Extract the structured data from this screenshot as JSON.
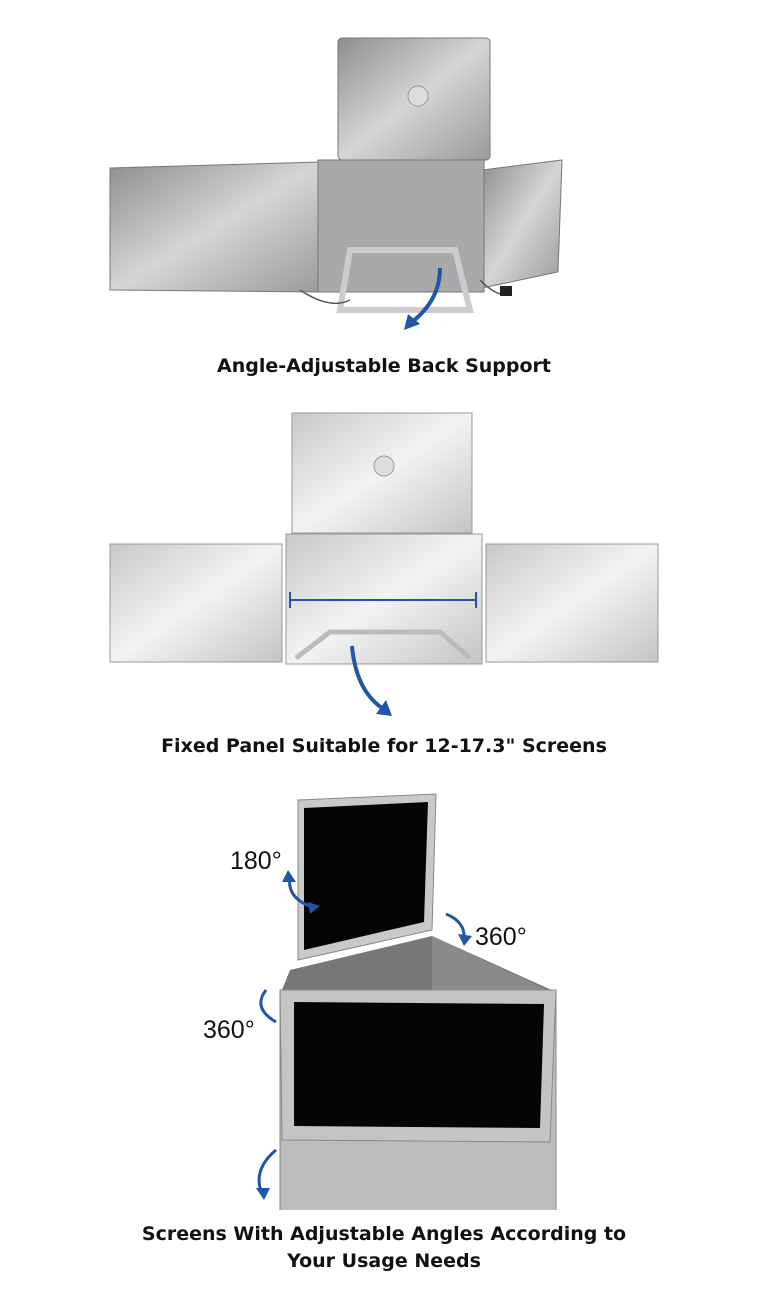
{
  "sections": [
    {
      "caption": "Angle-Adjustable Back Support"
    },
    {
      "caption": "Fixed Panel Suitable for 12-17.3\" Screens"
    },
    {
      "caption_line1": "Screens With Adjustable Angles According to",
      "caption_line2": "Your Usage Needs",
      "angles": {
        "top": "180°",
        "right": "360°",
        "left": "360°"
      }
    }
  ],
  "colors": {
    "arrow": "#1f56a8",
    "panel": "#b9b9b9",
    "screen": "#050505"
  }
}
